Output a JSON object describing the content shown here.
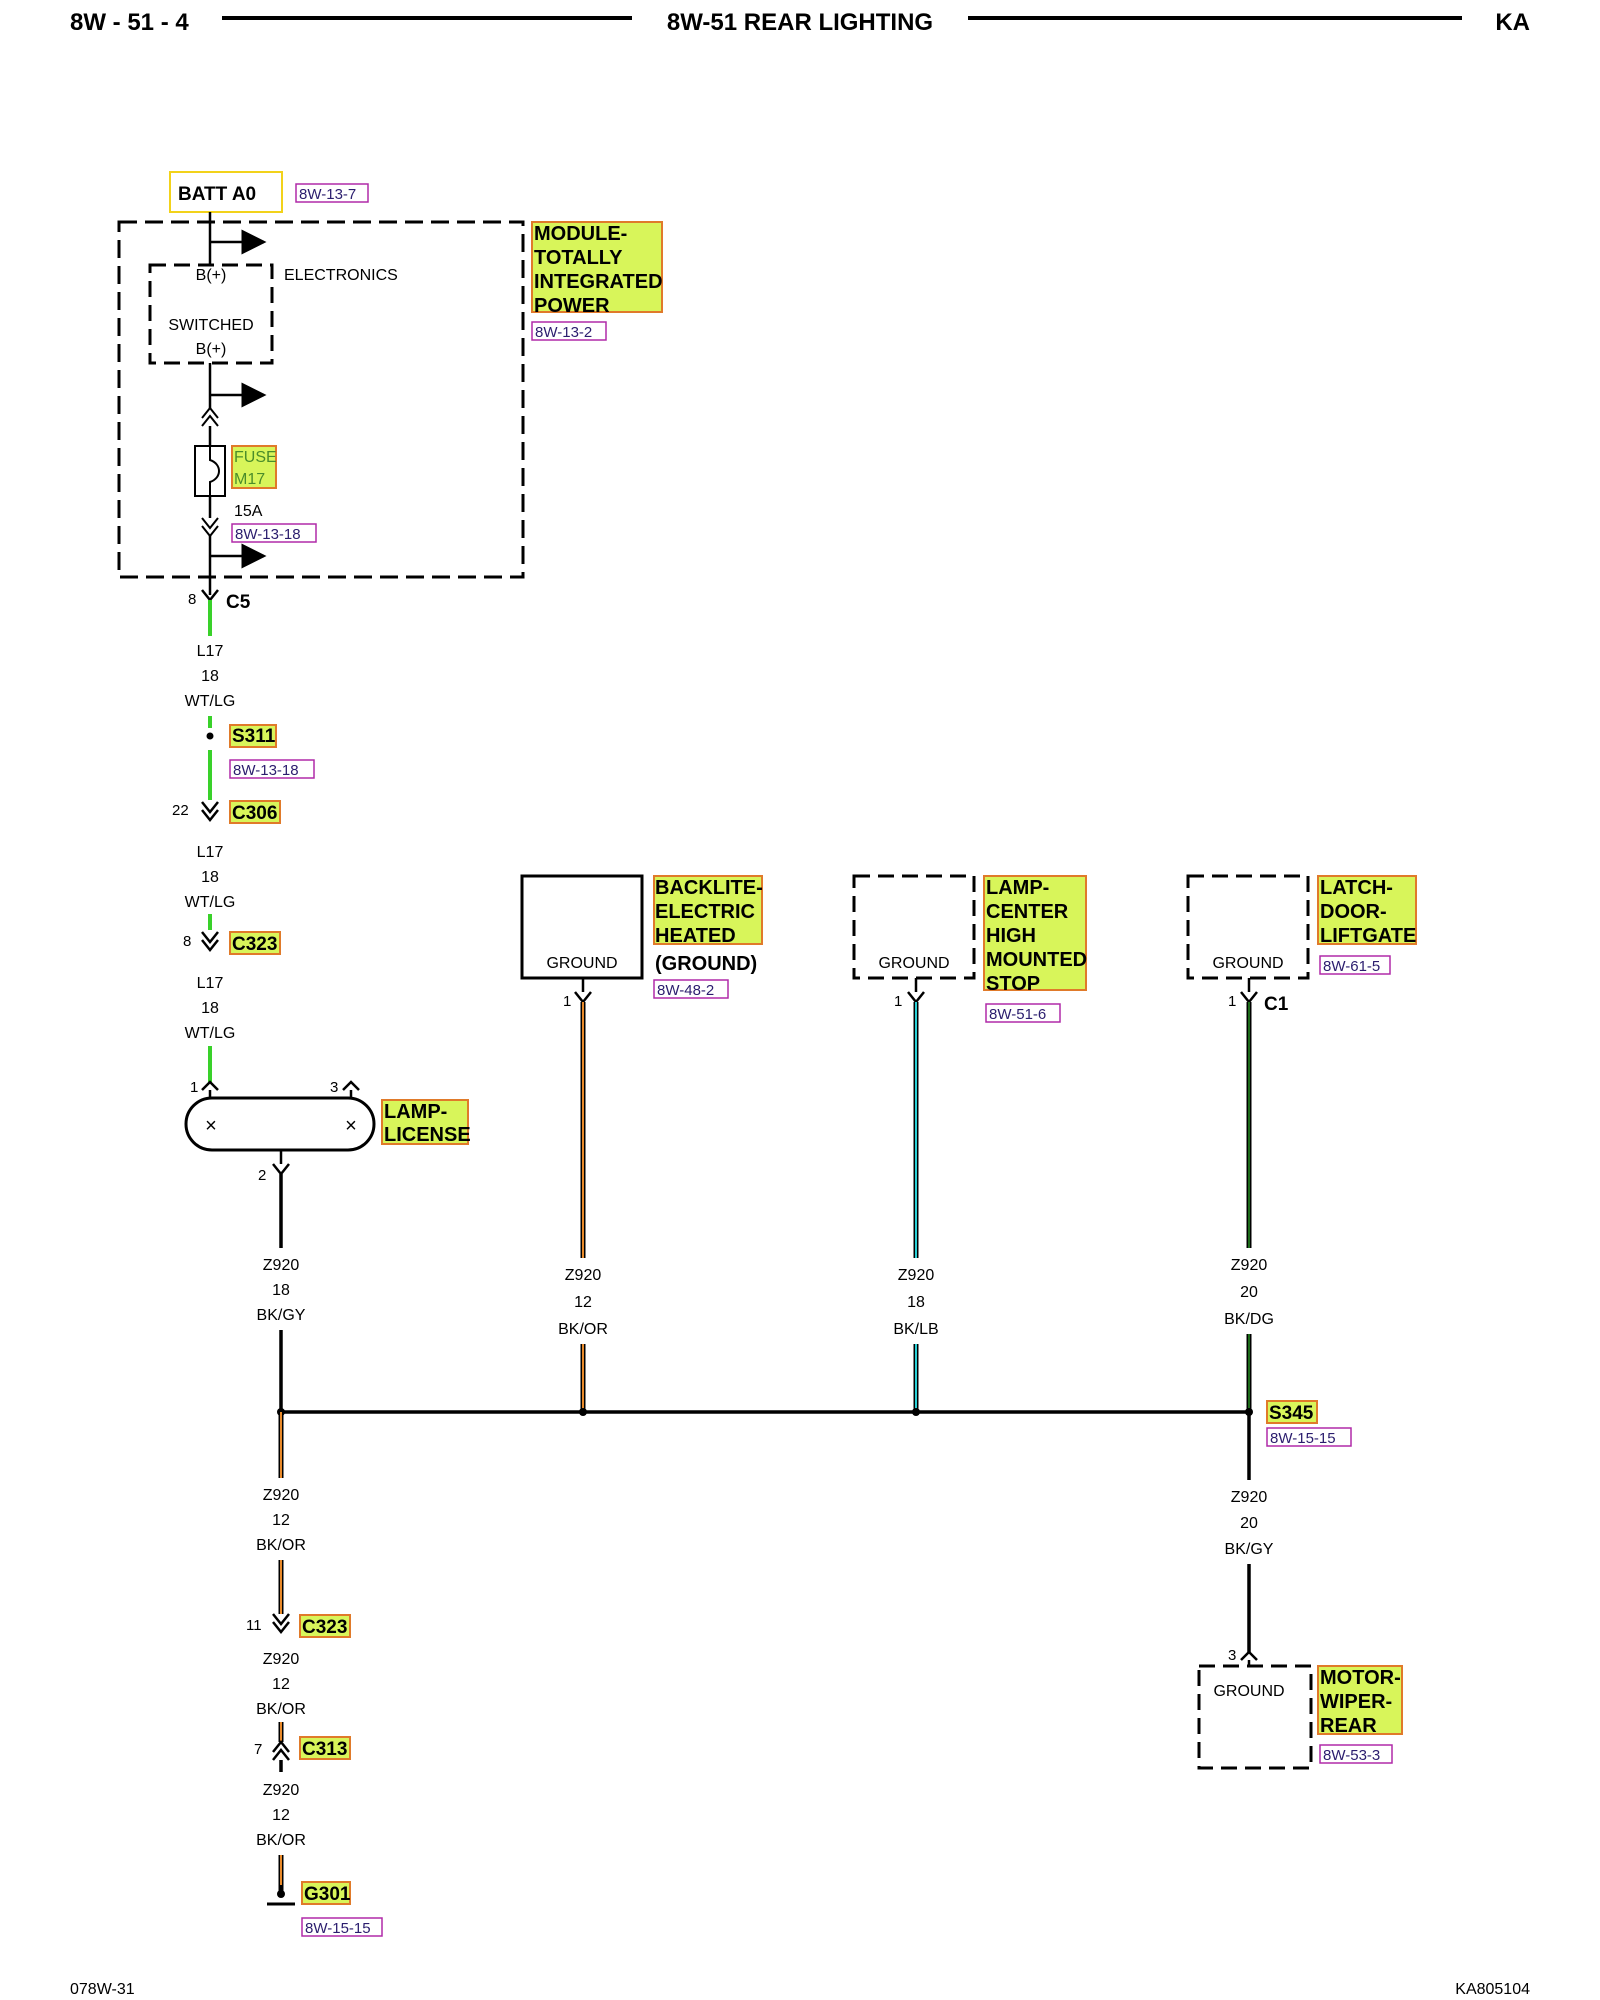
{
  "header": {
    "page_number": "8W - 51 - 4",
    "title": "8W-51 REAR LIGHTING",
    "code": "KA"
  },
  "footer": {
    "left": "078W-31",
    "right": "KA805104"
  },
  "colors": {
    "green_wire": "#39d12a",
    "orange_wire": "#e98a2a",
    "cyan_wire": "#2ad0d6",
    "dark_green_wire": "#1d6b1a",
    "highlight": "#d8f55a",
    "highlight_border": "#e07a2a",
    "ref_border": "#b02aa8",
    "batt_border": "#f2d21a"
  },
  "module": {
    "batt_label": "BATT A0",
    "batt_ref": "8W-13-7",
    "name": [
      "MODULE-",
      "TOTALLY",
      "INTEGRATED",
      "POWER"
    ],
    "ref": "8W-13-2",
    "bplus": "B(+)",
    "electronics": "ELECTRONICS",
    "switched": "SWITCHED",
    "switched_bplus": "B(+)",
    "fuse_label": [
      "FUSE",
      "M17"
    ],
    "fuse_rating": "15A",
    "fuse_ref": "8W-13-18",
    "c5_pin": "8",
    "c5_label": "C5"
  },
  "l17_wire": {
    "seg1": [
      "L17",
      "18",
      "WT/LG"
    ],
    "s311": "S311",
    "s311_ref": "8W-13-18",
    "c306_pin": "22",
    "c306": "C306",
    "seg2": [
      "L17",
      "18",
      "WT/LG"
    ],
    "c323_pin": "8",
    "c323": "C323",
    "seg3": [
      "L17",
      "18",
      "WT/LG"
    ]
  },
  "lamp_license": {
    "name": [
      "LAMP-",
      "LICENSE"
    ],
    "pin1": "1",
    "pin3": "3",
    "pin2": "2",
    "wire": [
      "Z920",
      "18",
      "BK/GY"
    ]
  },
  "backlite": {
    "name": [
      "BACKLITE-",
      "ELECTRIC",
      "HEATED",
      "(GROUND)"
    ],
    "ref": "8W-48-2",
    "ground": "GROUND",
    "pin": "1",
    "wire": [
      "Z920",
      "12",
      "BK/OR"
    ]
  },
  "chmsl": {
    "name": [
      "LAMP-",
      "CENTER",
      "HIGH",
      "MOUNTED",
      "STOP"
    ],
    "ref": "8W-51-6",
    "ground": "GROUND",
    "pin": "1",
    "wire": [
      "Z920",
      "18",
      "BK/LB"
    ]
  },
  "latch": {
    "name": [
      "LATCH-",
      "DOOR-",
      "LIFTGATE"
    ],
    "ref": "8W-61-5",
    "ground": "GROUND",
    "pin": "1",
    "conn": "C1",
    "wire": [
      "Z920",
      "20",
      "BK/DG"
    ]
  },
  "splice": {
    "label": "S345",
    "ref": "8W-15-15"
  },
  "ground_path": {
    "seg1": [
      "Z920",
      "12",
      "BK/OR"
    ],
    "c323_pin": "11",
    "c323": "C323",
    "seg2": [
      "Z920",
      "12",
      "BK/OR"
    ],
    "c313_pin": "7",
    "c313": "C313",
    "seg3": [
      "Z920",
      "12",
      "BK/OR"
    ],
    "g301": "G301",
    "g301_ref": "8W-15-15"
  },
  "wiper": {
    "wire": [
      "Z920",
      "20",
      "BK/GY"
    ],
    "pin": "3",
    "ground": "GROUND",
    "name": [
      "MOTOR-",
      "WIPER-",
      "REAR"
    ],
    "ref": "8W-53-3"
  }
}
